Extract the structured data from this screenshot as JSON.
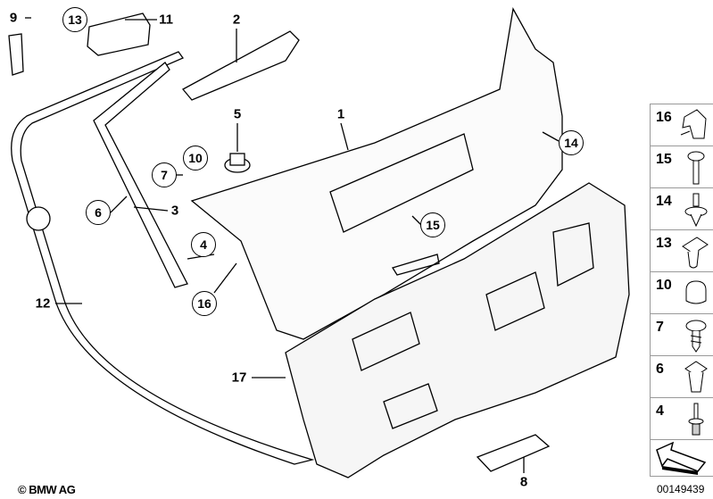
{
  "callouts": {
    "p1": "1",
    "p2": "2",
    "p3": "3",
    "p4": "4",
    "p5": "5",
    "p6": "6",
    "p7": "7",
    "p8": "8",
    "p9": "9",
    "p10": "10",
    "p11": "11",
    "p12": "12",
    "p13": "13",
    "p14": "14",
    "p15": "15",
    "p16": "16",
    "p17": "17"
  },
  "legend": {
    "items": [
      {
        "number": "16",
        "icon": "bracket-clip-icon"
      },
      {
        "number": "15",
        "icon": "expanding-rivet-icon"
      },
      {
        "number": "14",
        "icon": "push-pin-clip-icon"
      },
      {
        "number": "13",
        "icon": "clip-nut-icon"
      },
      {
        "number": "10",
        "icon": "cap-icon"
      },
      {
        "number": "7",
        "icon": "screw-icon"
      },
      {
        "number": "6",
        "icon": "spreading-nut-icon"
      },
      {
        "number": "4",
        "icon": "rivet-pin-icon"
      }
    ],
    "arrow_icon": "direction-arrow-icon"
  },
  "footer": {
    "copyright": "© BMW AG",
    "diagram_number": "00149439"
  }
}
